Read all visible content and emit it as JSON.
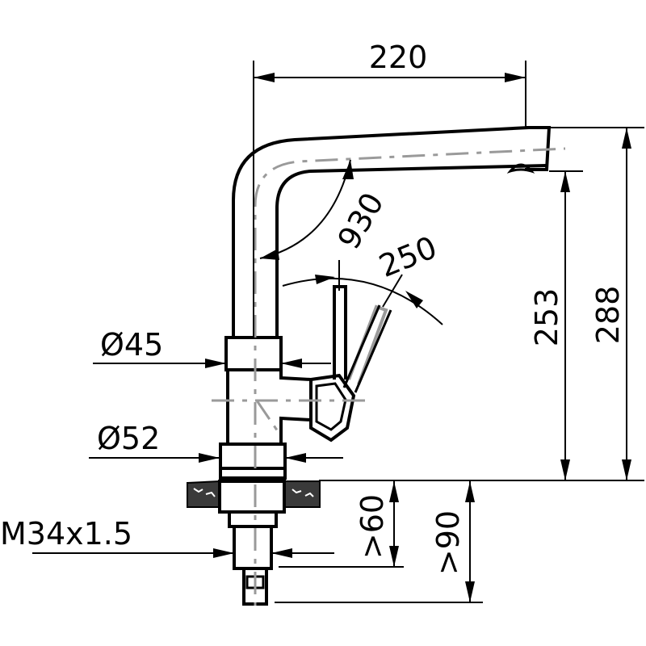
{
  "diagram": {
    "colors": {
      "line": "#000000",
      "centerline": "#9a9a9a",
      "countertop": "#3a3a3a",
      "background": "#ffffff"
    },
    "dimensions": {
      "spout_reach": "220",
      "swivel_angle": "930",
      "lever_angle": "250",
      "body_diameter_upper": "Ø45",
      "body_diameter_lower": "Ø52",
      "thread": "M34x1.5",
      "spout_height": "253",
      "total_height": "288",
      "min_counter_60": ">60",
      "min_counter_90": ">90"
    }
  }
}
